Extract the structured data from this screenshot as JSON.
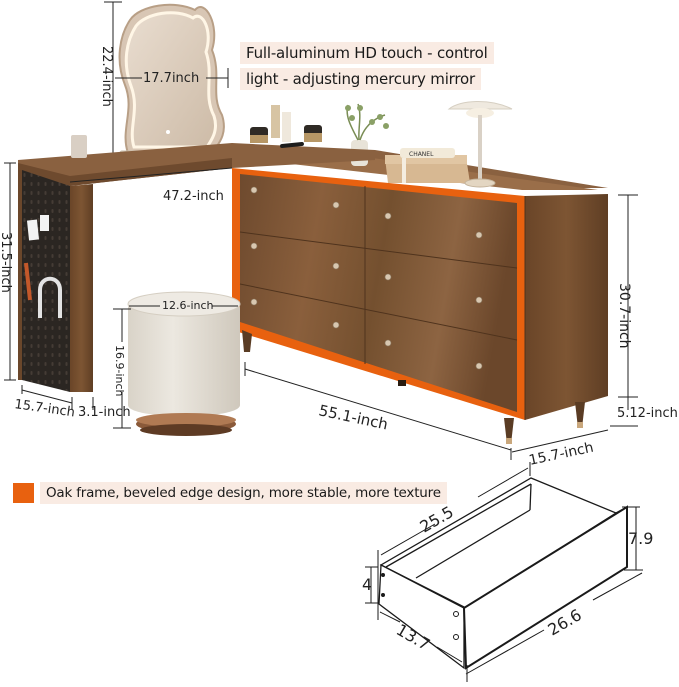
{
  "callouts": {
    "mirror_line1": "Full-aluminum HD touch - control",
    "mirror_line2": "light - adjusting mercury mirror",
    "frame_note": "Oak frame, beveled edge design, more stable, more texture"
  },
  "dimensions": {
    "mirror_height": "22.4-inch",
    "mirror_width": "17.7inch",
    "desk_width": "47.2-inch",
    "desk_height": "31.5-inch",
    "desk_depth": "15.7-inch",
    "desk_leg_width": "3.1-inch",
    "stool_diameter": "12.6-inch",
    "stool_height": "16.9-inch",
    "dresser_width": "55.1-inch",
    "dresser_height": "30.7-inch",
    "dresser_leg_height": "5.12-inch",
    "dresser_depth": "15.7-inch"
  },
  "drawer_diagram": {
    "inner_length": "25.5",
    "front_height": "7.9",
    "back_height": "4",
    "depth": "13.7",
    "front_length": "26.6"
  },
  "objects": {
    "gift_box_label": "CHANEL"
  },
  "colors": {
    "accent_orange": "#e8610f",
    "walnut": "#7a5233",
    "callout_bg": "#f9ebe3"
  }
}
